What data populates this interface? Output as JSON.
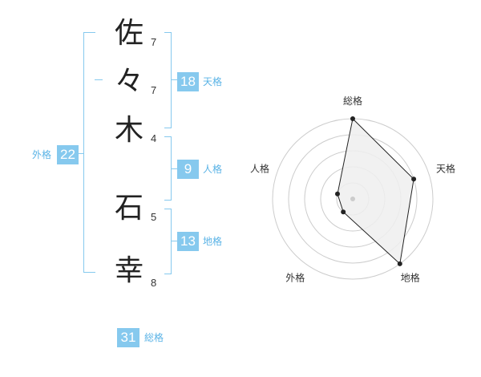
{
  "name": {
    "characters": [
      {
        "char": "佐",
        "strokes": "7"
      },
      {
        "char": "々",
        "strokes": "7"
      },
      {
        "char": "木",
        "strokes": "4"
      },
      {
        "char": "石",
        "strokes": "5"
      },
      {
        "char": "幸",
        "strokes": "8"
      }
    ]
  },
  "kaku": {
    "tenkaku": {
      "value": "18",
      "label": "天格"
    },
    "jinkaku": {
      "value": "9",
      "label": "人格"
    },
    "chikaku": {
      "value": "13",
      "label": "地格"
    },
    "gaikaku": {
      "value": "22",
      "label": "外格"
    },
    "soukaku": {
      "value": "31",
      "label": "総格"
    }
  },
  "colors": {
    "accent": "#86c9ee",
    "accent_text": "#5ab3e6",
    "radar_fill": "#eeeeee",
    "radar_stroke": "#222222"
  },
  "chart_data": {
    "type": "radar",
    "axes": [
      "総格",
      "天格",
      "地格",
      "外格",
      "人格"
    ],
    "values": [
      5,
      4,
      5,
      1,
      1
    ],
    "range": [
      0,
      5
    ],
    "rings": 5
  }
}
